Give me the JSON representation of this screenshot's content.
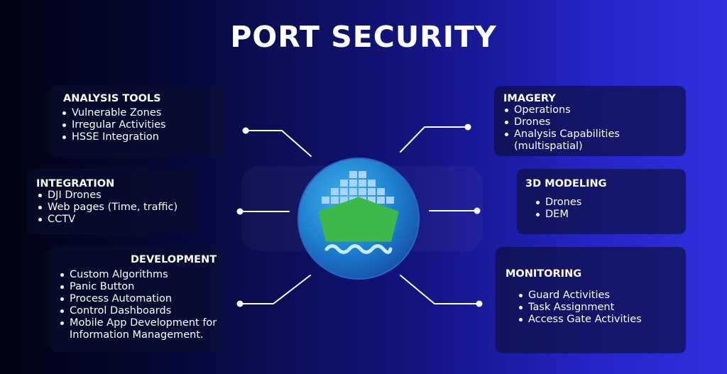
{
  "title": "PORT SECURITY",
  "colors": {
    "circle": "#1d7fd0",
    "ship_hull": "#3db84a",
    "containers": "#a9d3ff",
    "waves": "#c8ecff"
  },
  "icons": {
    "center": "container-ship-icon"
  },
  "analysis_tools": {
    "title": "ANALYSIS TOOLS",
    "items": [
      "Vulnerable Zones",
      "Irregular Activities",
      "HSSE Integration"
    ]
  },
  "integration": {
    "title": "INTEGRATION",
    "items": [
      "DJI Drones",
      "Web pages (Time, traffic)",
      "CCTV"
    ]
  },
  "development": {
    "title": "DEVELOPMENT",
    "items": [
      "Custom Algorithms",
      "Panic Button",
      "Process Automation",
      "Control Dashboards",
      "Mobile App Development for",
      "Information Management."
    ]
  },
  "imagery": {
    "title": "IMAGERY",
    "items": [
      "Operations",
      "Drones",
      "Analysis Capabilities",
      "(multispatial)"
    ]
  },
  "modeling": {
    "title": "3D MODELING",
    "items": [
      "Drones",
      "DEM"
    ]
  },
  "monitoring": {
    "title": "MONITORING",
    "items": [
      "Guard Activities",
      "Task Assignment",
      "Access Gate Activities"
    ]
  }
}
